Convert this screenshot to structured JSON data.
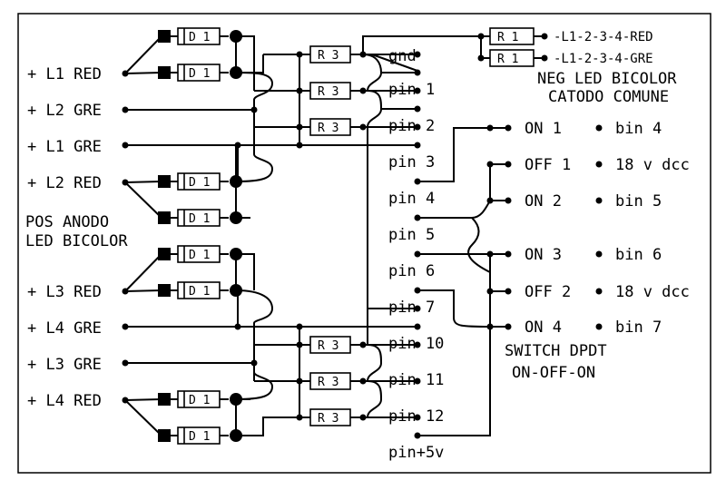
{
  "diagram": {
    "left_labels": [
      "+ L1 RED",
      "+ L2 GRE",
      "+ L1 GRE",
      "+ L2 RED",
      "+ L3 RED",
      "+ L4 GRE",
      "+ L3 GRE",
      "+ L4 RED"
    ],
    "pos_note": [
      "POS ANODO",
      "LED BICOLOR"
    ],
    "diode_label": "D 1",
    "resistor_label": "R 3",
    "top_resistor_label": "R 1",
    "pins": [
      "gnd",
      "pin 1",
      "pin 2",
      "pin 3",
      "pin 4",
      "pin 5",
      "pin 6",
      "pin 7",
      "pin 10",
      "pin 11",
      "pin 12",
      "pin+5v"
    ],
    "neg_outputs": [
      "-L1-2-3-4-RED",
      "-L1-2-3-4-GRE"
    ],
    "neg_note": [
      "NEG LED BICOLOR",
      "CATODO COMUNE"
    ],
    "switch_rows": [
      {
        "pos": "ON 1",
        "bin": "bin 4"
      },
      {
        "pos": "OFF 1",
        "bin": "18 v dcc"
      },
      {
        "pos": "ON 2",
        "bin": "bin 5"
      },
      {
        "pos": "ON 3",
        "bin": "bin 6"
      },
      {
        "pos": "OFF 2",
        "bin": "18 v dcc"
      },
      {
        "pos": "ON 4",
        "bin": "bin 7"
      }
    ],
    "switch_note": [
      "SWITCH DPDT",
      "ON-OFF-ON"
    ]
  }
}
